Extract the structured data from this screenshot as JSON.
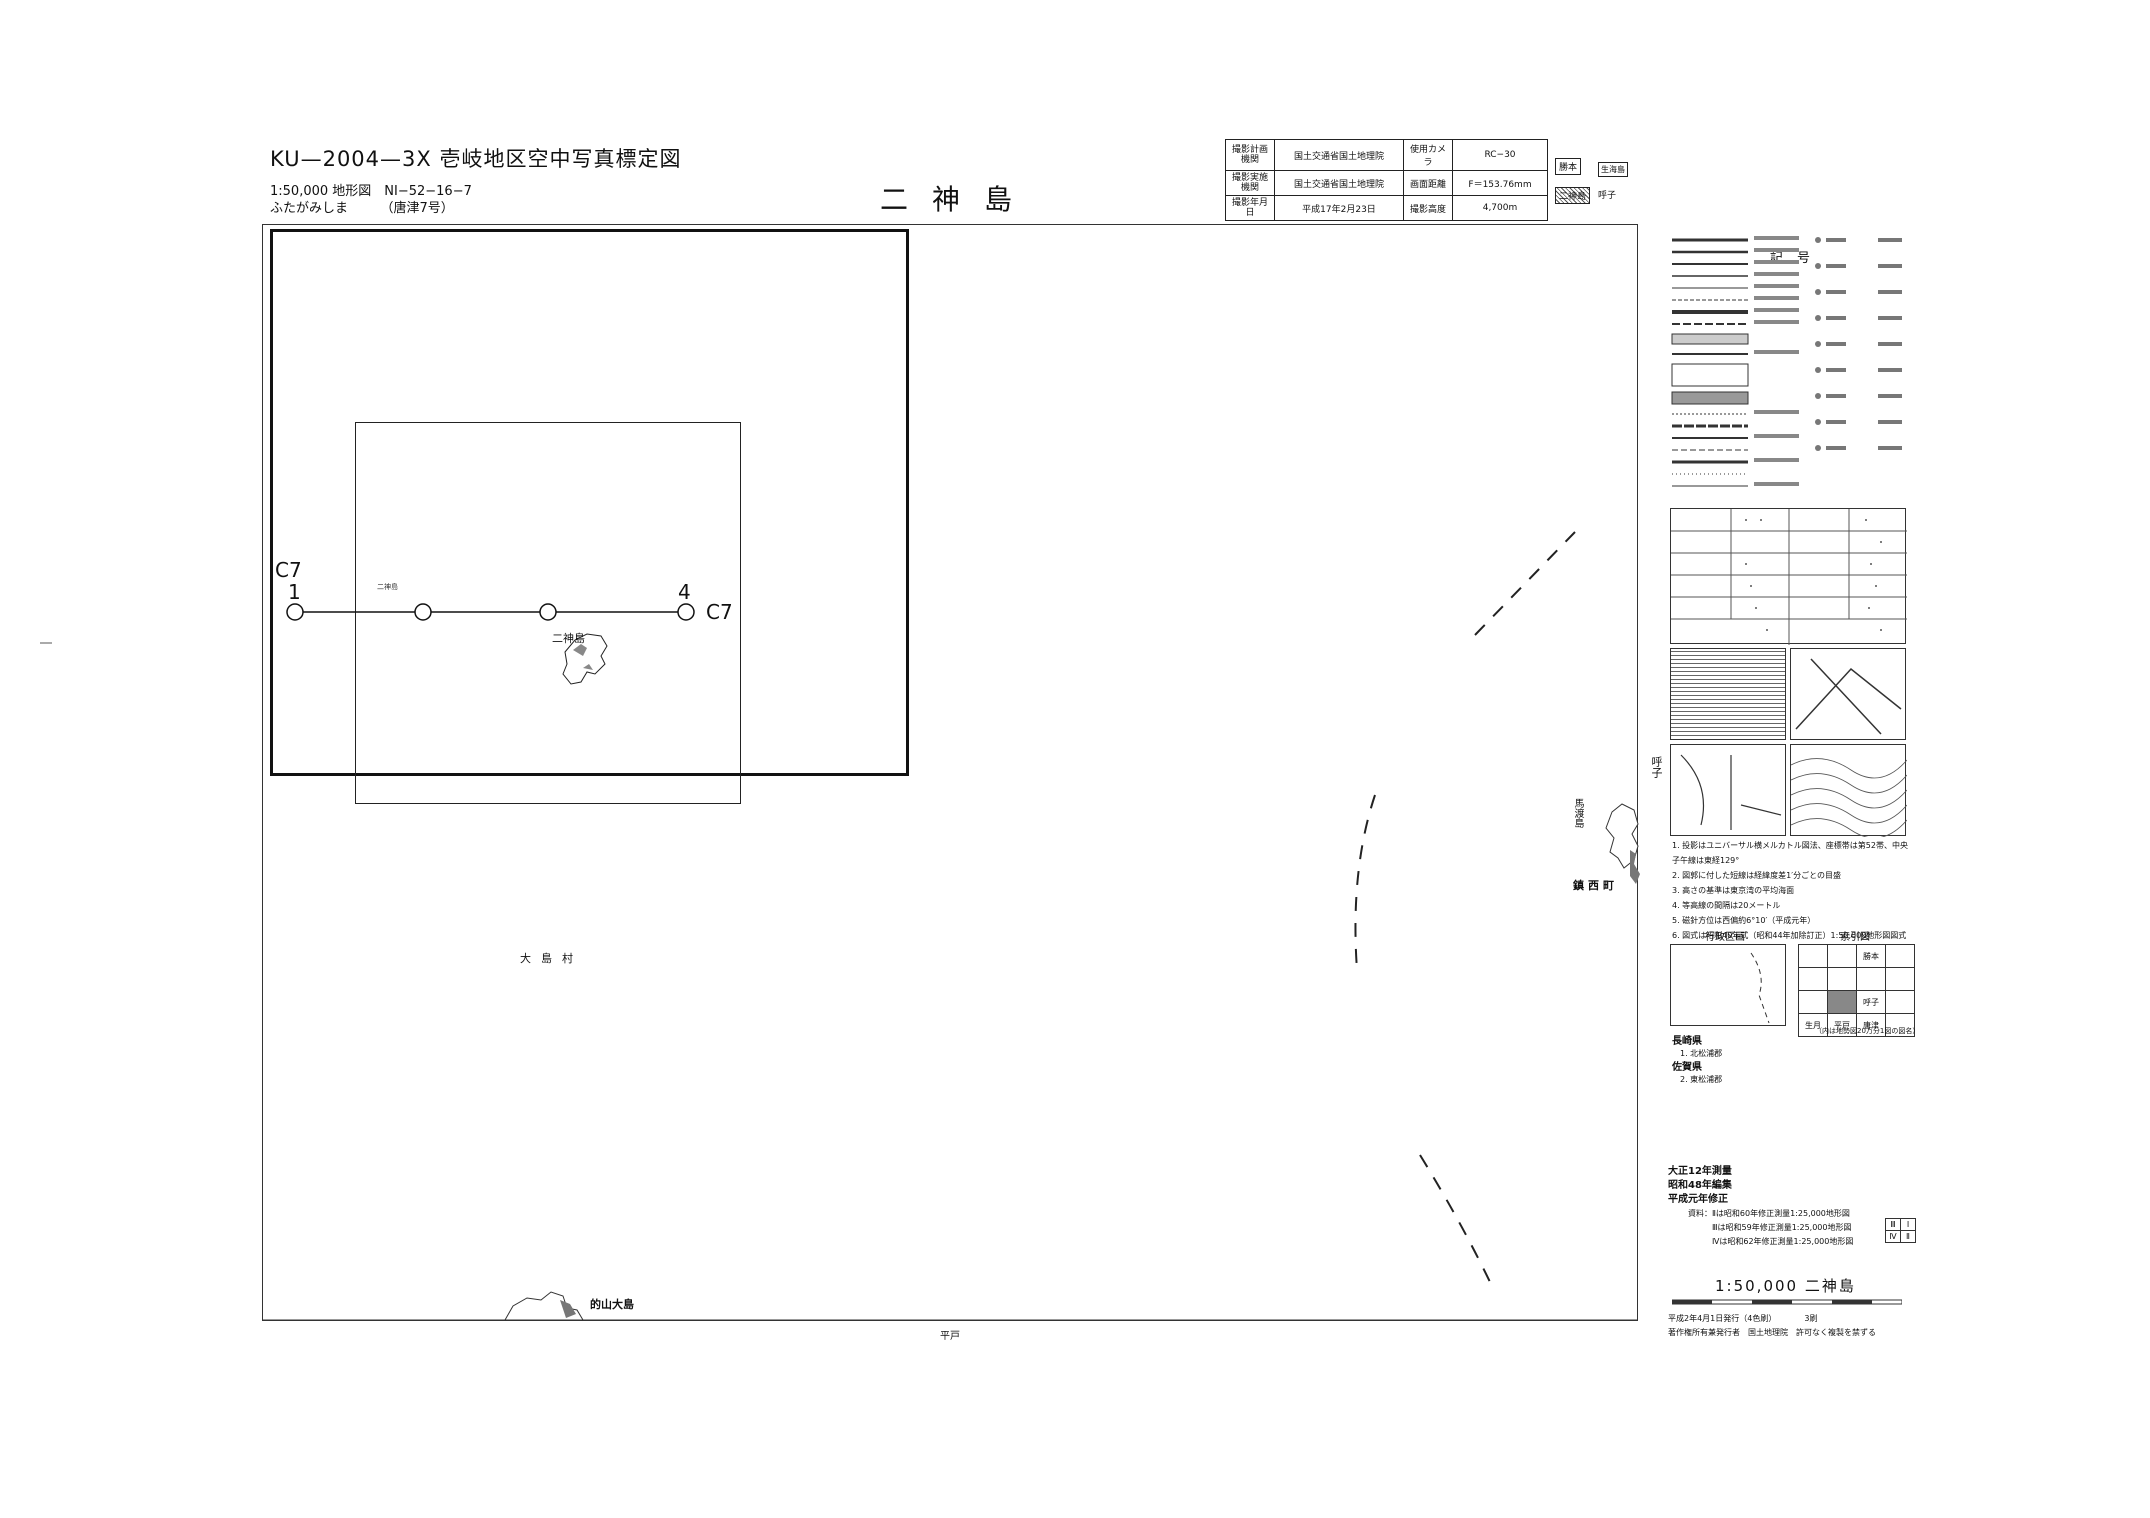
{
  "header": {
    "title": "KU—2004—3X 壱岐地区空中写真標定図",
    "scale_line": "1:50,000 地形図　NI−52−16−7",
    "kana_line": "ふたがみしま　　　（唐津7号）",
    "map_name": "二神島"
  },
  "info_table": {
    "rows": [
      {
        "label": "撮影計画機関",
        "value": "国土交通省国土地理院",
        "label2": "使用カメラ",
        "value2": "RC−30"
      },
      {
        "label": "撮影実施機関",
        "value": "国土交通省国土地理院",
        "label2": "画面距離",
        "value2": "F＝153.76mm"
      },
      {
        "label": "撮影年月日",
        "value": "平成17年2月23日",
        "label2": "撮影高度",
        "value2": "4,700m"
      }
    ]
  },
  "adjacent": {
    "top": "勝本",
    "top_right": "生海島",
    "bottom": "二神島",
    "bottom_right": "呼子"
  },
  "flight_line": {
    "course_left": "C7",
    "course_right": "C7",
    "start_photo": "1",
    "end_photo": "4"
  },
  "places": {
    "island_main": "二神島",
    "island_note": "二神島",
    "village": "大島村",
    "south_island": "的山大島",
    "east_1": "馬渡島",
    "east_town": "鎮西町",
    "east_yobuko": "呼子",
    "bottom_edge": "平戸"
  },
  "legend": {
    "title": "記号",
    "notes": [
      "1. 投影はユニバーサル横メルカトル図法、座標帯は第52帯、中央子午線は東経129°",
      "2. 図郭に付した短線は経緯度差1′分ごとの目盛",
      "3. 高さの基準は東京湾の平均海面",
      "4. 等高線の間隔は20メートル",
      "5. 磁針方位は西偏約6°10′（平成元年）",
      "6. 図式は昭和40年式（昭和44年加除訂正）1:50,000地形図図式"
    ],
    "admin_title": "行政区画",
    "index_title": "索引図",
    "pref1": "長崎県",
    "pref1_sub": "1. 北松浦郡",
    "pref2": "佐賀県",
    "pref2_sub": "2. 東松浦郡",
    "index_cells": [
      "勝本",
      "呼子",
      "生月",
      "平戸",
      "唐津"
    ],
    "index_note": "（内は地勢図20万分1図の図名）"
  },
  "survey": {
    "l1": "大正12年測量",
    "l2": "昭和48年編集",
    "l3": "平成元年修正",
    "l4": "資料：Ⅱは昭和60年修正測量1:25,000地形図",
    "l5": "Ⅲは昭和59年修正測量1:25,000地形図",
    "l6": "Ⅳは昭和62年修正測量1:25,000地形図",
    "grid": [
      "Ⅲ",
      "Ⅰ",
      "Ⅳ",
      "Ⅱ"
    ]
  },
  "sheet_title": "1:50,000 二神島",
  "footer": {
    "line1": "平成2年4月1日発行（4色刷）　　　　3刷",
    "line2": "著作権所有兼発行者　国土地理院　許可なく複製を禁ずる"
  }
}
